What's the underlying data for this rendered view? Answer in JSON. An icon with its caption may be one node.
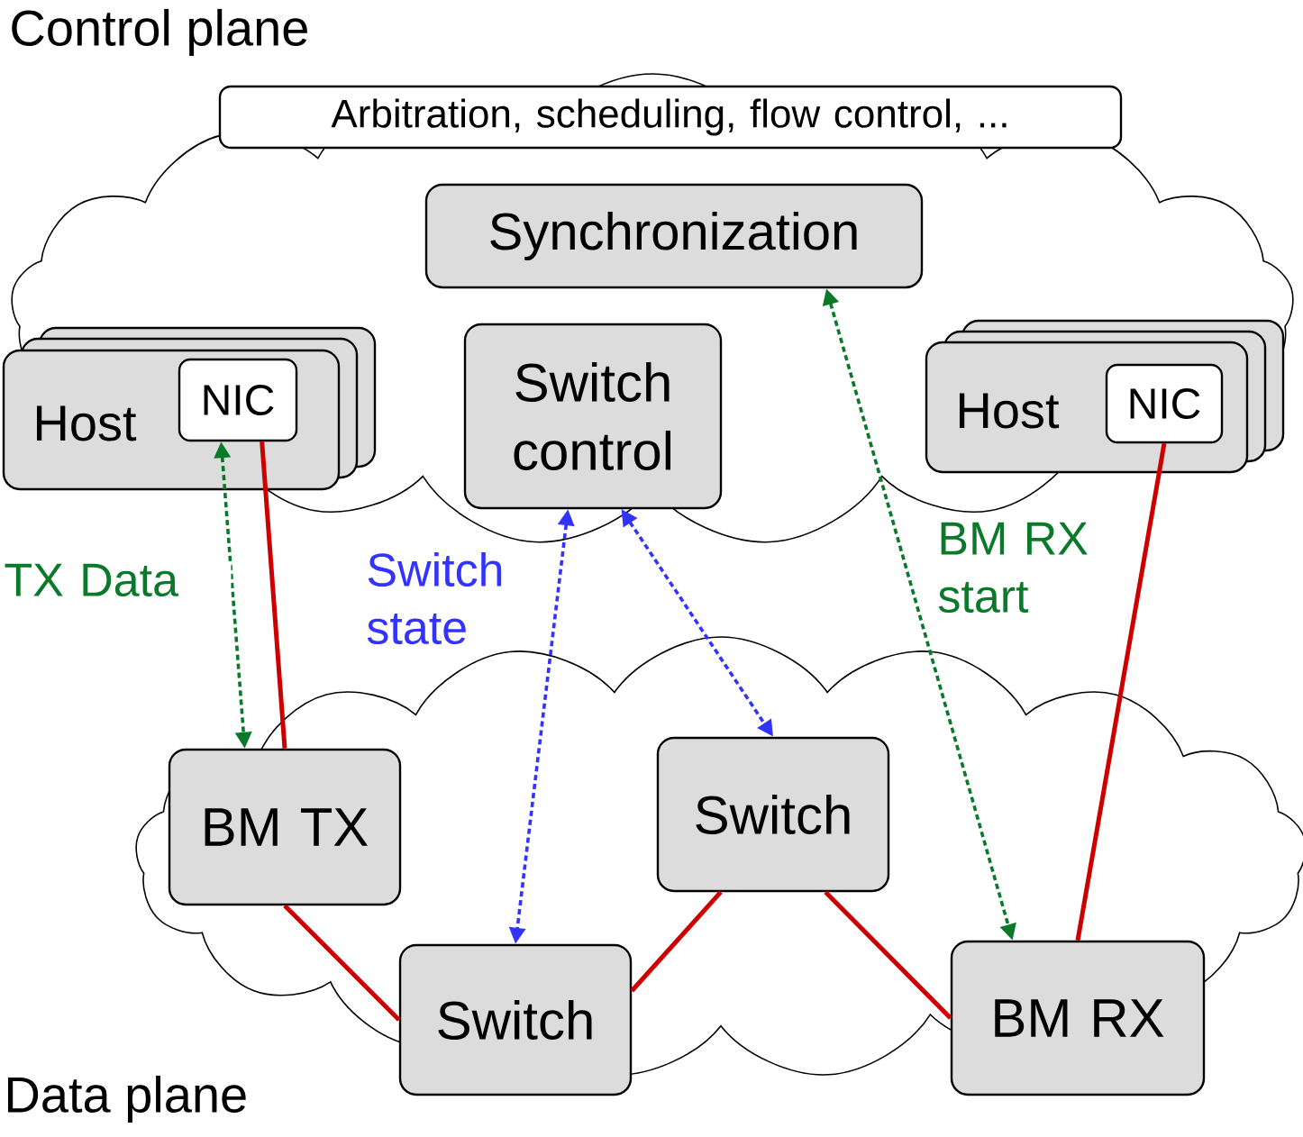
{
  "diagram": {
    "nodes": [
      {
        "text": [
          "Control plane"
        ]
      },
      {
        "text": [
          "Arbitration, scheduling, flow control, ..."
        ],
        "in": 0
      },
      {
        "text": [
          "Synchronization"
        ],
        "in": 0
      },
      {
        "text": [
          "Host"
        ],
        "in": 0
      },
      {
        "text": [
          "NIC"
        ],
        "in": 3
      },
      {
        "text": [
          "Switch control"
        ],
        "in": 0
      },
      {
        "text": [
          "Host"
        ],
        "in": 0
      },
      {
        "text": [
          "NIC"
        ],
        "in": 6
      },
      {
        "text": [
          "Data plane"
        ]
      },
      {
        "text": [
          "BM TX"
        ],
        "in": 8
      },
      {
        "text": [
          "Switch"
        ],
        "in": 8
      },
      {
        "text": [
          "Switch"
        ]
      },
      {
        "text": [
          "BM RX"
        ]
      }
    ],
    "edges": [
      {
        "from": 4,
        "to": 9,
        "arrow": "both",
        "style": "dashed",
        "color": "#0a7a2a",
        "label": "TX Data"
      },
      {
        "from": 4,
        "to": 9,
        "arrow": "none"
      },
      {
        "from": 5,
        "to": 11,
        "arrow": "both",
        "style": "dashed",
        "color": "#3333ff",
        "label": "Switch state"
      },
      {
        "from": 5,
        "to": 10,
        "arrow": "both",
        "style": "dashed",
        "color": "#3333ff"
      },
      {
        "from": 2,
        "to": 12,
        "arrow": "both",
        "style": "dashed",
        "color": "#0a7a2a",
        "label": "BM RX start"
      },
      {
        "from": 7,
        "to": 12,
        "arrow": "none"
      },
      {
        "from": 9,
        "to": 11,
        "arrow": "none"
      },
      {
        "from": 11,
        "to": 10,
        "arrow": "none"
      },
      {
        "from": 10,
        "to": 12,
        "arrow": "none"
      }
    ]
  }
}
